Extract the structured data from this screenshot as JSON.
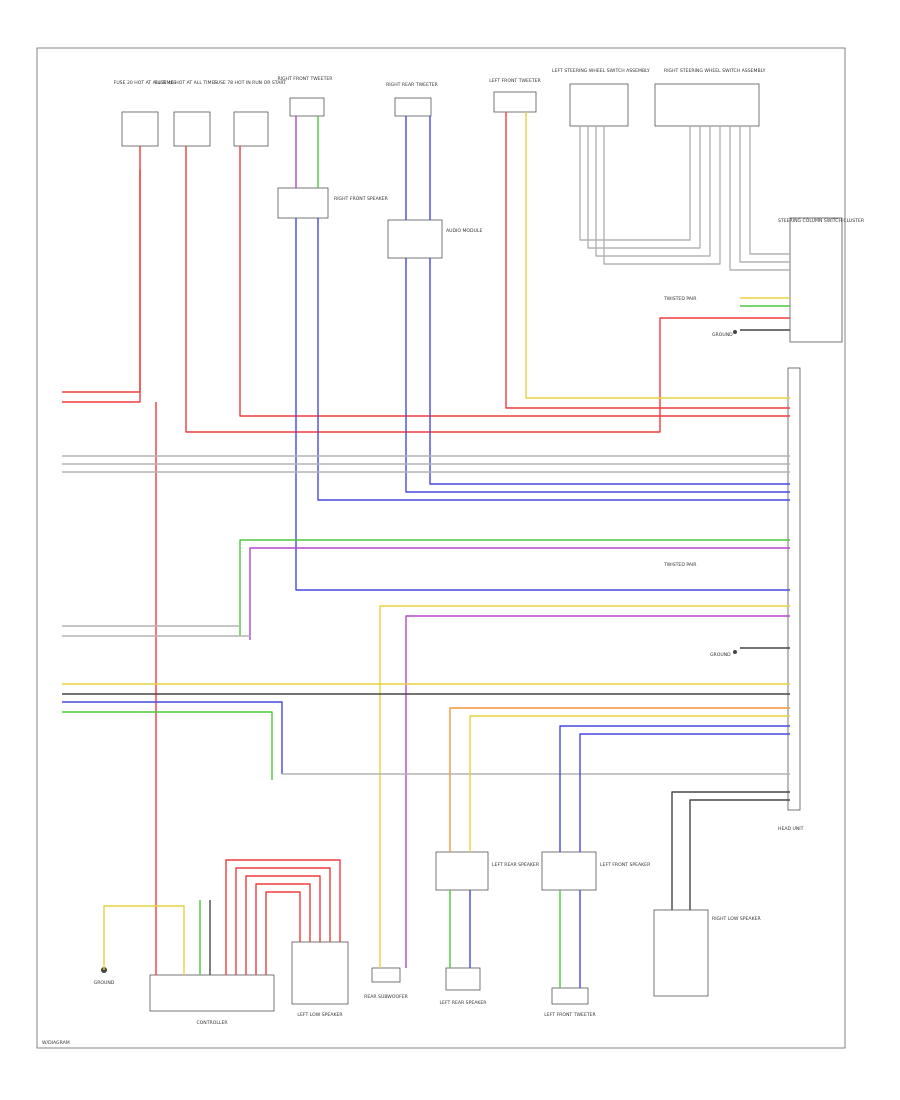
{
  "colors": {
    "red": "#f03c3c",
    "yellow": "#e6d23c",
    "blue": "#4646e6",
    "violet": "#b446c8",
    "green": "#4bc83c",
    "gray": "#b4b4b4",
    "black": "#464646",
    "orange": "#f0963c",
    "white": "#e8e8e8"
  },
  "labels": {
    "controller": "CONTROLLER",
    "right_front_tweeter": "RIGHT FRONT TWEETER",
    "right_rear_tweeter": "RIGHT REAR TWEETER",
    "left_front_tweeter": "LEFT FRONT TWEETER",
    "right_front_speaker": "RIGHT FRONT SPEAKER",
    "left_rear_speaker": "LEFT REAR SPEAKER",
    "left_front_speaker": "LEFT FRONT SPEAKER",
    "rear_subwoofer": "REAR SUBWOOFER",
    "left_low_speaker": "LEFT LOW SPEAKER",
    "right_low_speaker": "RIGHT LOW SPEAKER",
    "left_steering_switch": "LEFT STEERING WHEEL SWITCH ASSEMBLY",
    "right_steering_switch": "RIGHT STEERING WHEEL SWITCH ASSEMBLY",
    "steering_column_switch": "STEERING COLUMN SWITCH CLUSTER",
    "head_unit": "HEAD UNIT",
    "audio_module": "AUDIO MODULE",
    "ground": "GROUND",
    "twisted_pair": "TWISTED PAIR",
    "footer": "W/DIAGRAM"
  },
  "top_fuses": [
    {
      "label": "FUSE 20 HOT AT ALL TIMES"
    },
    {
      "label": "FUSE 46 HOT AT ALL TIMES"
    },
    {
      "label": "FUSE 78 HOT IN RUN OR START"
    }
  ]
}
